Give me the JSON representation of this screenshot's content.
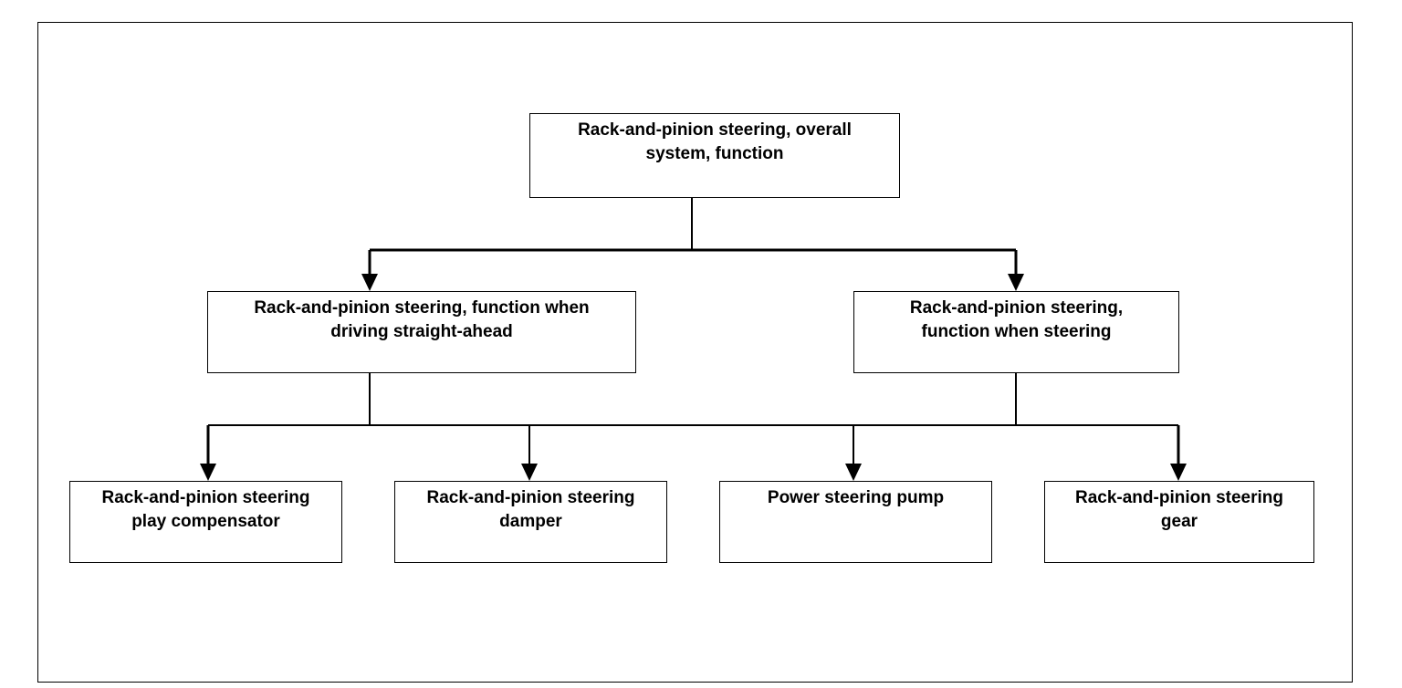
{
  "diagram": {
    "root": {
      "label": "Rack-and-pinion steering, overall\nsystem, function"
    },
    "level1": [
      {
        "label": "Rack-and-pinion steering, function when\ndriving straight-ahead"
      },
      {
        "label": "Rack-and-pinion steering,\nfunction when steering"
      }
    ],
    "level2": [
      {
        "label": "Rack-and-pinion steering\nplay compensator"
      },
      {
        "label": "Rack-and-pinion steering\ndamper"
      },
      {
        "label": "Power steering pump"
      },
      {
        "label": "Rack-and-pinion steering\ngear"
      }
    ]
  },
  "colors": {
    "line": "#000000",
    "box_border": "#000000",
    "background": "#ffffff"
  }
}
